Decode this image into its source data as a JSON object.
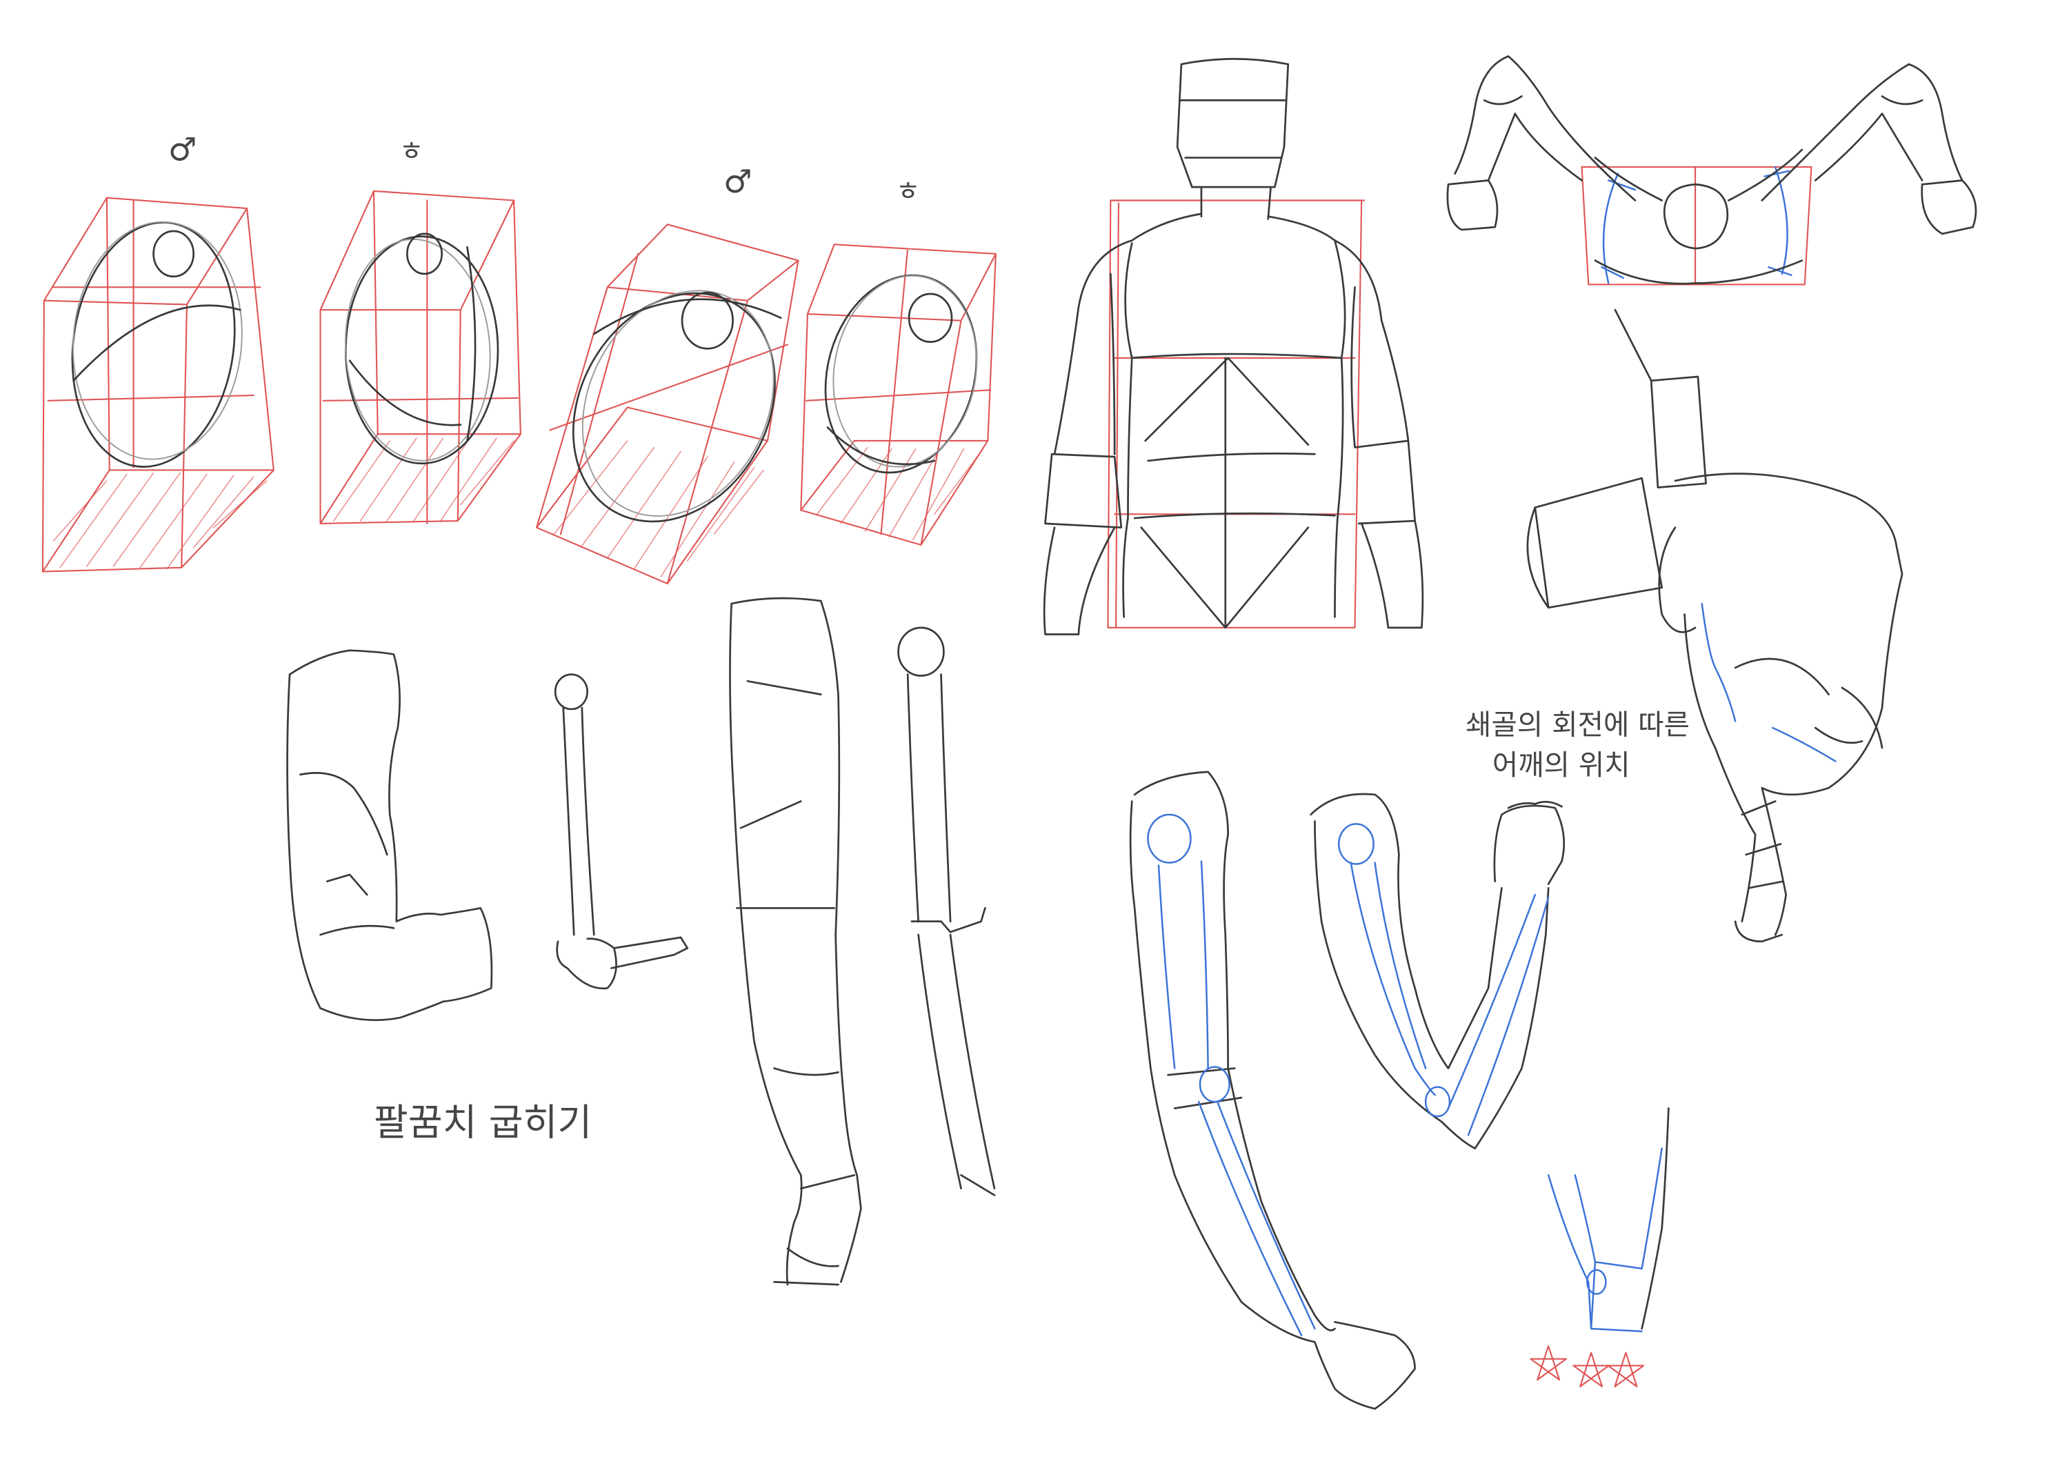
{
  "labels": {
    "male_symbol_1": "♂",
    "female_symbol_1": "ㅎ",
    "male_symbol_2": "♂",
    "female_symbol_2": "ㅎ",
    "elbow_bend_caption": "팔꿈치 굽히기",
    "clavicle_caption_line1": "쇄골의 회전에 따른",
    "clavicle_caption_line2": "어깨의 위치"
  },
  "colors": {
    "ink": "#3a3a3a",
    "construction": "#e05555",
    "bone": "#3d74d8",
    "background": "#ffffff"
  }
}
